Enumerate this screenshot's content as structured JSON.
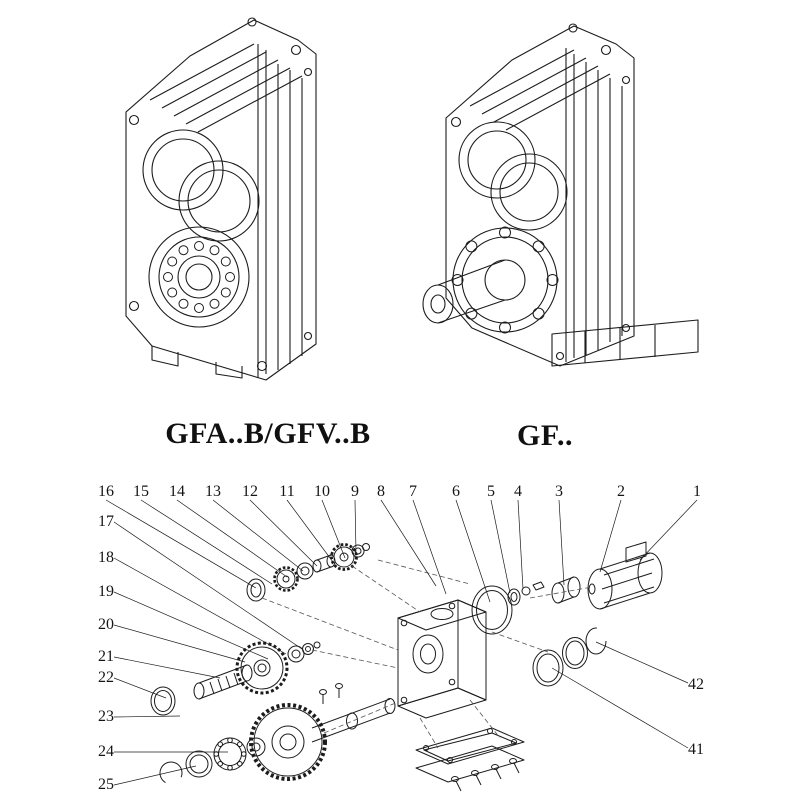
{
  "figures": [
    {
      "label": "GFA..B/GFV..B"
    },
    {
      "label": "GF.."
    }
  ],
  "exploded": {
    "top_callouts": [
      "16",
      "15",
      "14",
      "13",
      "12",
      "11",
      "10",
      "9",
      "8",
      "7",
      "6",
      "5",
      "4",
      "3",
      "2",
      "1"
    ],
    "left_callouts": [
      "17",
      "18",
      "19",
      "20",
      "21",
      "22",
      "23",
      "24",
      "25"
    ],
    "right_callouts": [
      "42",
      "41"
    ]
  }
}
